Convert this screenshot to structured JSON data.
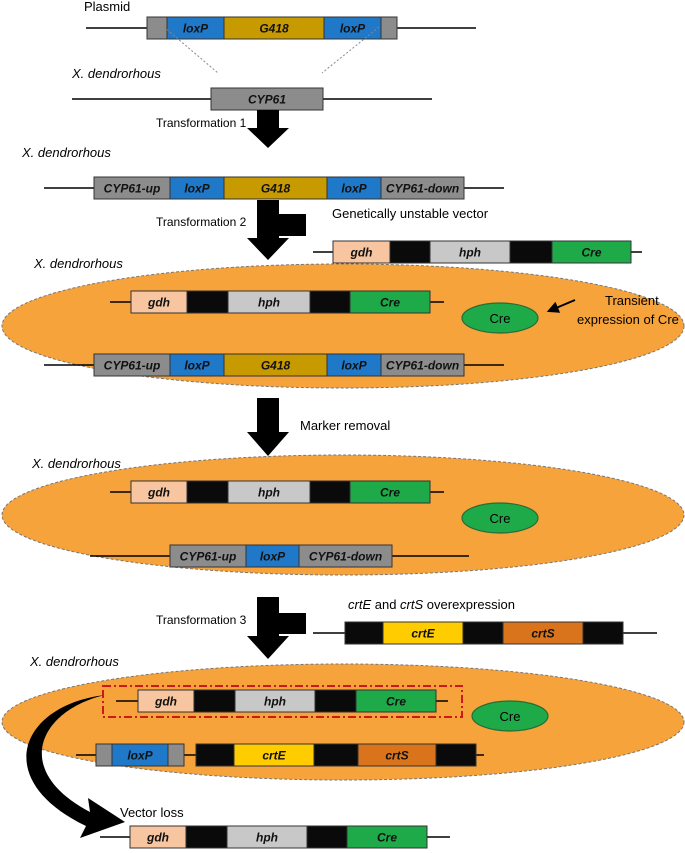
{
  "colors": {
    "gray": "#8c8c8c",
    "loxp": "#1f78c8",
    "g418": "#c79a00",
    "gdh": "#f7c6a0",
    "black": "#0a0a0a",
    "hph": "#c8c8c8",
    "cre": "#1faa4a",
    "crtE": "#ffcc00",
    "crtS": "#d9731c",
    "cell": "#f6a33c",
    "frame": "#cc1a1a"
  },
  "genes": {
    "loxP": "loxP",
    "G418": "G418",
    "CYP61": "CYP61",
    "CYP61_up": "CYP61-up",
    "CYP61_down": "CYP61-down",
    "gdh": "gdh",
    "hph": "hph",
    "Cre": "Cre",
    "crtE": "crtE",
    "crtS": "crtS"
  },
  "labels": {
    "plasmid": "Plasmid",
    "organism": "X. dendrorhous",
    "transformation1": "Transformation 1",
    "transformation2": "Transformation 2",
    "transformation3": "Transformation 3",
    "unstable_vector": "Genetically unstable vector",
    "transient_line1": "Transient",
    "transient_line2": "expression of Cre",
    "marker_removal": "Marker removal",
    "overexp_italic_1": "crtE",
    "overexp_and": " and ",
    "overexp_italic_2": "crtS",
    "overexp_suffix": " overexpression",
    "vector_loss": "Vector loss",
    "cre_protein": "Cre"
  }
}
